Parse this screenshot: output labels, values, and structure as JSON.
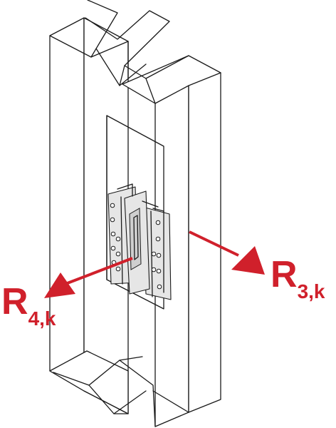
{
  "labels": {
    "r4": {
      "main": "R",
      "sub": "4,k"
    },
    "r3": {
      "main": "R",
      "sub": "3,k"
    }
  },
  "colors": {
    "force_arrow": "#d0202b",
    "line": "#1a1a1a"
  }
}
